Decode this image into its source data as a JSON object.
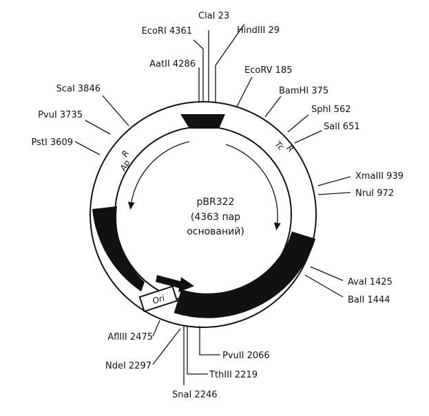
{
  "plasmid": {
    "name": "pBR322",
    "size_line": "(4363 пар",
    "bases_line": "оснований)",
    "genes": {
      "ampicillin": "Ap",
      "ampicillin_sup": "R",
      "tetracycline": "Tc",
      "tetracycline_sup": "R",
      "origin": "Ori"
    }
  },
  "sites": [
    {
      "label": "ClaI 23"
    },
    {
      "label": "HindIII 29"
    },
    {
      "label": "EcoRV 185"
    },
    {
      "label": "BamHI 375"
    },
    {
      "label": "SphI 562"
    },
    {
      "label": "SalI 651"
    },
    {
      "label": "XmaIII 939"
    },
    {
      "label": "NruI 972"
    },
    {
      "label": "AvaI 1425"
    },
    {
      "label": "BalI 1444"
    },
    {
      "label": "PvuII 2066"
    },
    {
      "label": "TthIII 2219"
    },
    {
      "label": "SnaI 2246"
    },
    {
      "label": "NdeI 2297"
    },
    {
      "label": "AflIII 2475"
    },
    {
      "label": "PstI 3609"
    },
    {
      "label": "PvuI 3735"
    },
    {
      "label": "ScaI 3846"
    },
    {
      "label": "AatII 4286"
    },
    {
      "label": "EcoRI 4361"
    }
  ]
}
